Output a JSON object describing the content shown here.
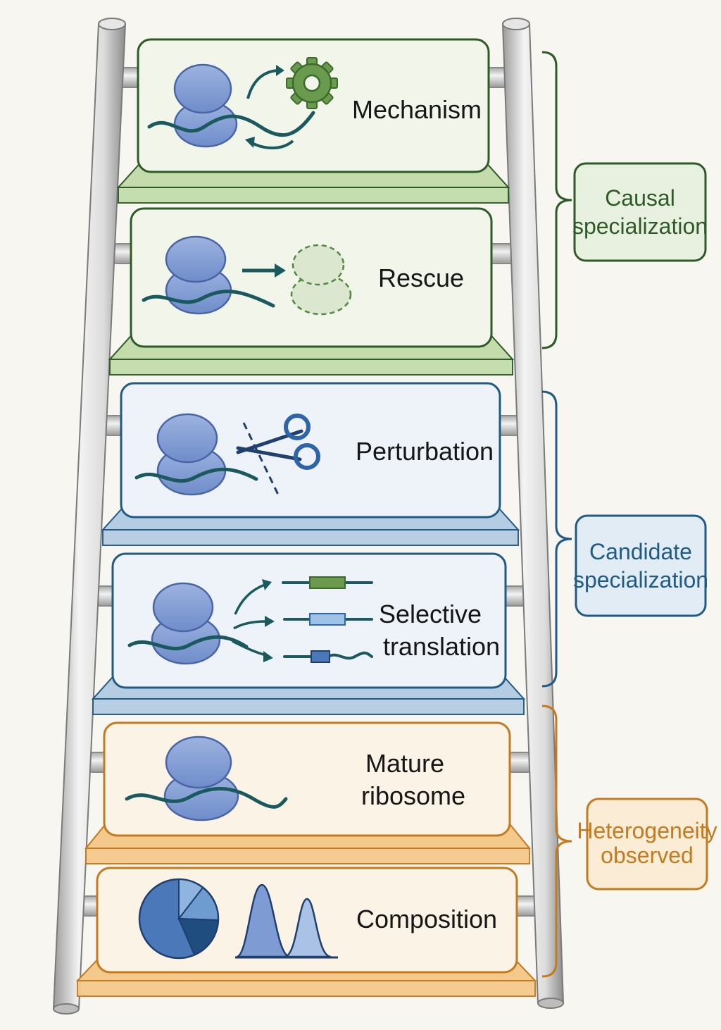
{
  "steps": [
    {
      "id": "mechanism",
      "lines": [
        "Mechanism"
      ]
    },
    {
      "id": "rescue",
      "lines": [
        "Rescue"
      ]
    },
    {
      "id": "perturbation",
      "lines": [
        "Perturbation"
      ]
    },
    {
      "id": "selective-translation",
      "lines": [
        "Selective",
        "translation"
      ]
    },
    {
      "id": "mature-ribosome",
      "lines": [
        "Mature",
        "ribosome"
      ]
    },
    {
      "id": "composition",
      "lines": [
        "Composition"
      ]
    }
  ],
  "groups": [
    {
      "id": "causal",
      "lines": [
        "Causal",
        "specialization"
      ],
      "color": "#2d5a27",
      "fill": "#e8f0e0"
    },
    {
      "id": "candidate",
      "lines": [
        "Candidate",
        "specialization"
      ],
      "color": "#1f5b85",
      "fill": "#e2ecf5"
    },
    {
      "id": "heterogeneity",
      "lines": [
        "Heterogeneity",
        "observed"
      ],
      "color": "#c47a1e",
      "fill": "#fbecd6"
    }
  ],
  "colors": {
    "green_card": "#f2f5ea",
    "green_shelf": "#c4dcac",
    "green_border": "#2d5a27",
    "blue_card": "#eef3f9",
    "blue_shelf": "#b5cde3",
    "blue_border": "#1f5b85",
    "orange_card": "#fbf3e6",
    "orange_shelf": "#f4c98c",
    "orange_border": "#c47a1e",
    "ribosome": "#7f9bd3",
    "mrna": "#1a5a5e"
  }
}
